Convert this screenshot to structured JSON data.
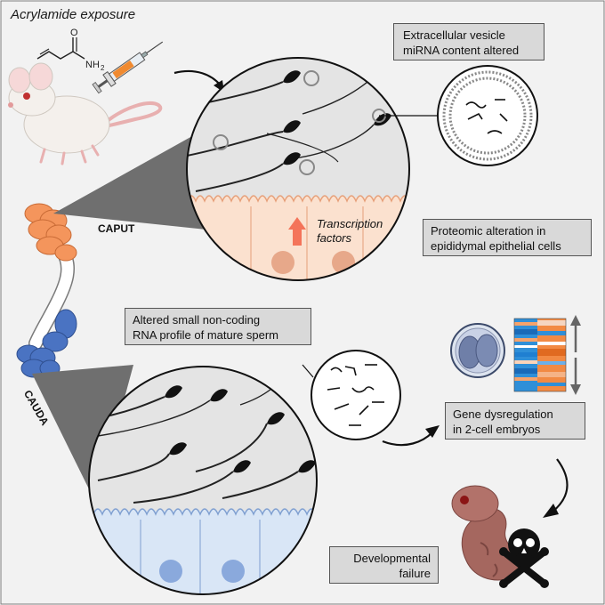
{
  "title": "Acrylamide exposure",
  "chem": {
    "atom_o": "O",
    "atom_n": "NH",
    "sub": "2"
  },
  "labels": {
    "caput": "CAPUT",
    "cauda": "CAUDA"
  },
  "tf": {
    "line1": "Transcription",
    "line2": "factors"
  },
  "boxes": {
    "ev": {
      "line1": "Extracellular vesicle",
      "line2": "miRNA content altered"
    },
    "proteomic": {
      "line1": "Proteomic alteration in",
      "line2": "epididymal epithelial cells"
    },
    "rna": {
      "line1": "Altered small non-coding",
      "line2": "RNA profile of mature sperm"
    },
    "gene": {
      "line1": "Gene dysregulation",
      "line2": "in 2-cell embryos"
    },
    "dev": {
      "line1": "Developmental",
      "line2": "failure"
    }
  },
  "icons": [
    "mouse-icon",
    "syringe-icon",
    "epididymis-icon",
    "embryo-icon",
    "heatmap-icon",
    "fetus-icon",
    "skull-crossbones-icon"
  ],
  "colors": {
    "caput": "#f4955c",
    "cauda": "#4a73c2",
    "caput_tissue": "#fbe1cf",
    "cauda_tissue": "#d9e6f6",
    "arrow_up": "#f4745a",
    "box_fill": "#d9d9d9"
  }
}
